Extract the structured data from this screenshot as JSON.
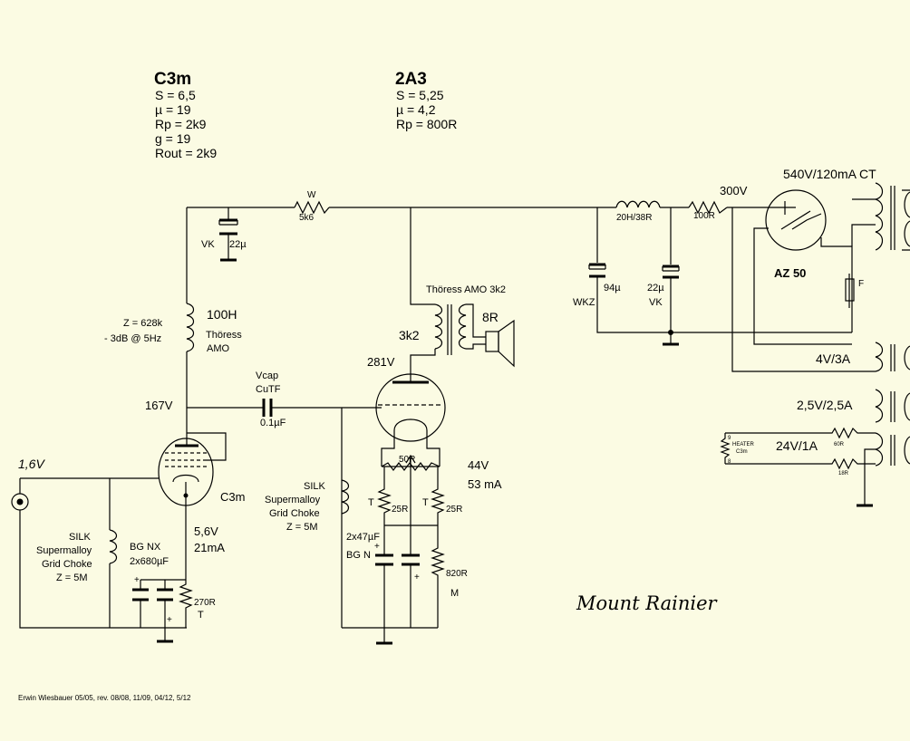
{
  "tubes": {
    "c3m": {
      "title": "C3m",
      "specs": [
        "S = 6,5",
        "µ = 19",
        "Rp = 2k9",
        "g = 19",
        "Rout = 2k9"
      ]
    },
    "a23": {
      "title": "2A3",
      "specs": [
        "S = 5,25",
        "µ = 4,2",
        "Rp = 800R"
      ]
    }
  },
  "labels": {
    "w": "W",
    "r_5k6": "5k6",
    "vk1": "VK",
    "c_22u_1": "22µ",
    "choke_100h": "100H",
    "choke_z": "Z = 628k",
    "choke_3db": "- 3dB @ 5Hz",
    "thoress": "Thöress",
    "amo": "AMO",
    "v167": "167V",
    "vcap": "Vcap",
    "cutf": "CuTF",
    "c01": "0.1µF",
    "v16": "1,6V",
    "silk": "SILK",
    "supermalloy": "Supermalloy",
    "grid_choke": "Grid Choke",
    "z5m": "Z = 5M",
    "bg_nx": "BG NX",
    "c2x680": "2x680µF",
    "plus": "+",
    "c3m_tube": "C3m",
    "v56": "5,6V",
    "ma21": "21mA",
    "r270": "270R",
    "t": "T",
    "thoress_amo_3k2": "Thöress AMO 3k2",
    "k3k2": "3k2",
    "r8": "8R",
    "v281": "281V",
    "r50": "50R",
    "v44": "44V",
    "ma53": "53 mA",
    "r25": "25R",
    "c2x47": "2x47µF",
    "bg_n": "BG N",
    "r820": "820R",
    "m": "M",
    "choke_20h": "20H/38R",
    "r100": "100R",
    "v300": "300V",
    "c94": "94µ",
    "wkz": "WKZ",
    "c_22u_2": "22µ",
    "vk2": "VK",
    "tr540": "540V/120mA CT",
    "az50": "AZ 50",
    "f": "F",
    "v4_3a": "4V/3A",
    "v25_25a": "2,5V/2,5A",
    "v24_1a": "24V/1A",
    "r60": "60R",
    "r18": "18R",
    "heater": "HEATER",
    "heater_c3m": "C3m",
    "pin9": "9",
    "pin8": "8",
    "title": "Mount Rainier",
    "footer": "Erwin Wiesbauer 05/05, rev. 08/08, 11/09, 04/12, 5/12"
  },
  "colors": {
    "background": "#fbfbe3",
    "ink": "#000000"
  }
}
